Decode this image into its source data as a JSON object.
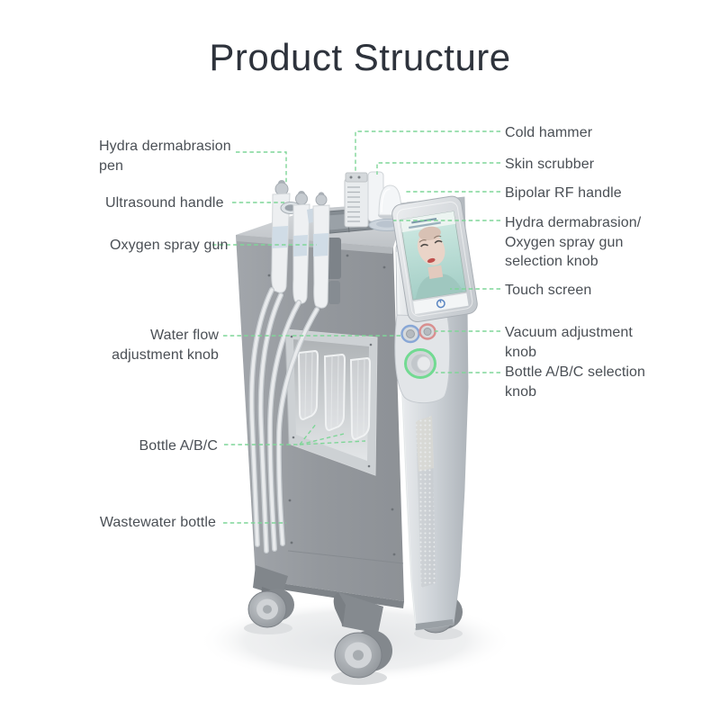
{
  "title": "Product Structure",
  "labels": {
    "hydra_pen": "Hydra dermabrasion\npen",
    "ultrasound": "Ultrasound handle",
    "oxygen": "Oxygen spray gun",
    "water_flow": "Water flow\nadjustment knob",
    "bottle_abc": "Bottle A/B/C",
    "wastewater": "Wastewater bottle",
    "cold_hammer": "Cold hammer",
    "skin_scrubber": "Skin scrubber",
    "bipolar_rf": "Bipolar RF handle",
    "selection_knob": "Hydra dermabrasion/\nOxygen spray gun\nselection knob",
    "touch_screen": "Touch screen",
    "vacuum_knob": "Vacuum adjustment\nknob",
    "bottle_selection_knob": "Bottle A/B/C selection\nknob"
  },
  "colors": {
    "accent_green": "#7fd698",
    "label_ink": "#4a4f55",
    "title_ink": "#2e333c",
    "knob_ring_blue": "#88a7d6",
    "knob_ring_red": "#d98f8f",
    "knob_ring_green": "#72da92"
  }
}
